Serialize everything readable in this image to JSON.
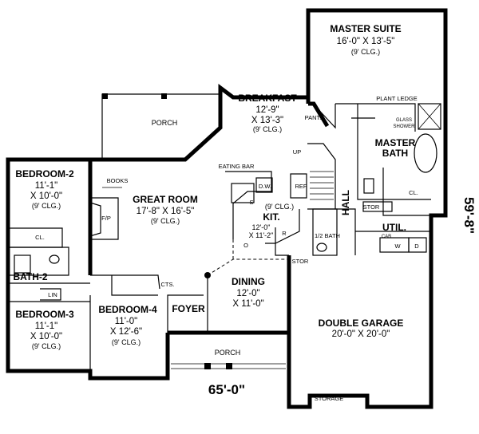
{
  "rooms": {
    "master_suite": {
      "name": "MASTER SUITE",
      "size": "16'-0\" X 13'-5\"",
      "clg": "(9' CLG.)"
    },
    "breakfast": {
      "name": "BREAKFAST",
      "size1": "12'-9\"",
      "size2": "X 13'-3\"",
      "clg": "(9' CLG.)"
    },
    "master_bath": {
      "name1": "MASTER",
      "name2": "BATH"
    },
    "bedroom2": {
      "name": "BEDROOM-2",
      "size1": "11'-1\"",
      "size2": "X 10'-0\"",
      "clg": "(9' CLG.)"
    },
    "great_room": {
      "name": "GREAT ROOM",
      "size": "17'-8\" X 16'-5\"",
      "clg": "(9' CLG.)"
    },
    "kitchen": {
      "name": "KIT.",
      "size1": "12'-0\"",
      "size2": "X 11'-2\"",
      "clg": "(9' CLG.)"
    },
    "bath2": {
      "name": "BATH-2"
    },
    "bedroom3": {
      "name": "BEDROOM-3",
      "size1": "11'-1\"",
      "size2": "X 10'-0\"",
      "clg": "(9' CLG.)"
    },
    "bedroom4": {
      "name": "BEDROOM-4",
      "size1": "11'-0\"",
      "size2": "X 12'-6\"",
      "clg": "(9' CLG.)"
    },
    "dining": {
      "name": "DINING",
      "size1": "12'-0\"",
      "size2": "X 11'-0\""
    },
    "foyer": {
      "name": "FOYER"
    },
    "garage": {
      "name": "DOUBLE GARAGE",
      "size": "20'-0\" X 20'-0\""
    },
    "util": {
      "name": "UTIL."
    }
  },
  "labels": {
    "porch_top": "PORCH",
    "porch_bottom": "PORCH",
    "plant_ledge": "PLANT LEDGE",
    "glass": "GLASS",
    "shower": "SHOWER",
    "pant": "PANT.",
    "eating_bar": "EATING BAR",
    "books": "BOOKS",
    "fp": "F/P",
    "up": "UP",
    "ref": "REF",
    "dw": "D.W.",
    "s": "S",
    "o": "O",
    "r": "R",
    "hall": "HALL",
    "stor1": "STOR",
    "stor2": "STOR",
    "half_bath": "1/2 BATH",
    "cl1": "CL.",
    "cl2": "CL.",
    "cts": "CTS.",
    "lin": "LIN",
    "cab": "CAB",
    "w": "W",
    "d": "D",
    "storage": "STORAGE"
  },
  "dimensions": {
    "width": "65'-0\"",
    "depth": "59'-8\""
  }
}
